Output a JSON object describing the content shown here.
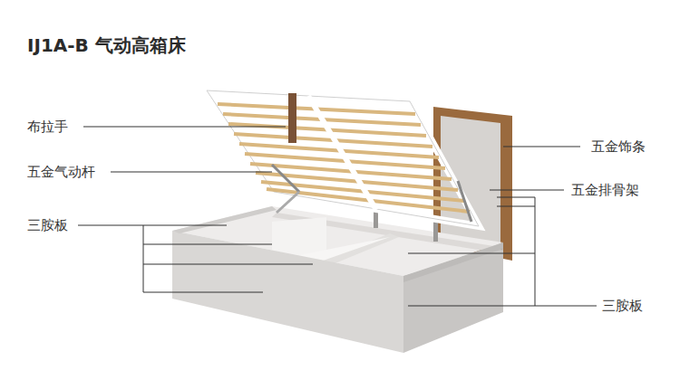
{
  "diagram": {
    "title": "IJ1A-B 气动高箱床",
    "labels": [
      "布拉手",
      "五金饰条",
      "五金气动杆",
      "五金排骨架",
      "三胺板",
      "三胺板"
    ]
  }
}
